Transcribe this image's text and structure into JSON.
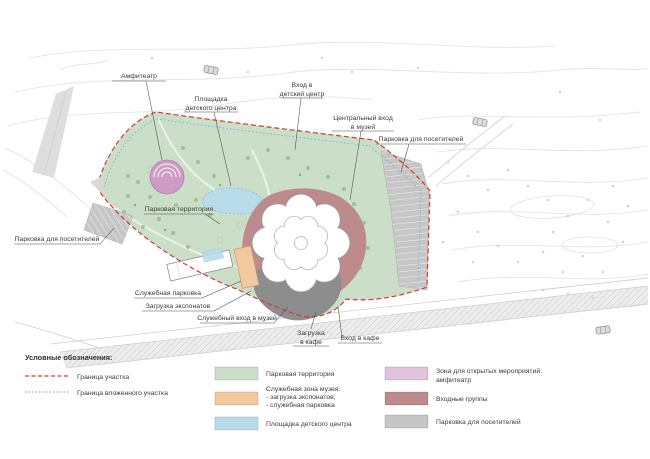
{
  "plan": {
    "labels": {
      "amphitheater": "Амфитеатр",
      "children_area_line1": "Площадка",
      "children_area_line2": "детского центра",
      "children_entrance_line1": "Вход в",
      "children_entrance_line2": "детский центр",
      "central_entrance_line1": "Центральный вход",
      "central_entrance_line2": "в музей",
      "visitor_parking_right": "Парковка для посетителей",
      "park_territory": "Парковая территория",
      "visitor_parking_left": "Парковка для посетителей",
      "service_parking": "Служебная парковка",
      "exhibits_loading": "Загрузка экспонатов",
      "museum_service_entrance": "Служебный вход в музей",
      "cafe_loading_line1": "Загрузка",
      "cafe_loading_line2": "в кафе",
      "cafe_entrance": "Вход в кафе"
    }
  },
  "legend": {
    "title": "Условные обозначения:",
    "site_boundary": "Граница участка",
    "nested_site_boundary": "Граница вложенного участка",
    "park_territory": "Парковая территория",
    "museum_service_zone_line1": "Служебная зона музея:",
    "museum_service_zone_line2": "- загрузка экспонатов;",
    "museum_service_zone_line3": "- служебная парковка",
    "children_area": "Площадка детского центра",
    "open_events_line1": "Зона для открытых мероприятий:",
    "open_events_line2": "амфитеатр",
    "entrance_groups": "Входные группы",
    "visitor_parking": "Парковка для посетителей"
  },
  "colors": {
    "park": "#cbdfc8",
    "museum_service_zone": "#f2c89e",
    "children_area": "#b9dcea",
    "open_events": "#dfc3da",
    "entrance_groups": "#bd8b8b",
    "visitor_parking": "#c6c6c6",
    "site_boundary": "#d23a33",
    "nested_site_boundary": "#7ab5d3",
    "amphitheater": "#ce9bc5",
    "museum_shadow": "#8d8d8d"
  }
}
